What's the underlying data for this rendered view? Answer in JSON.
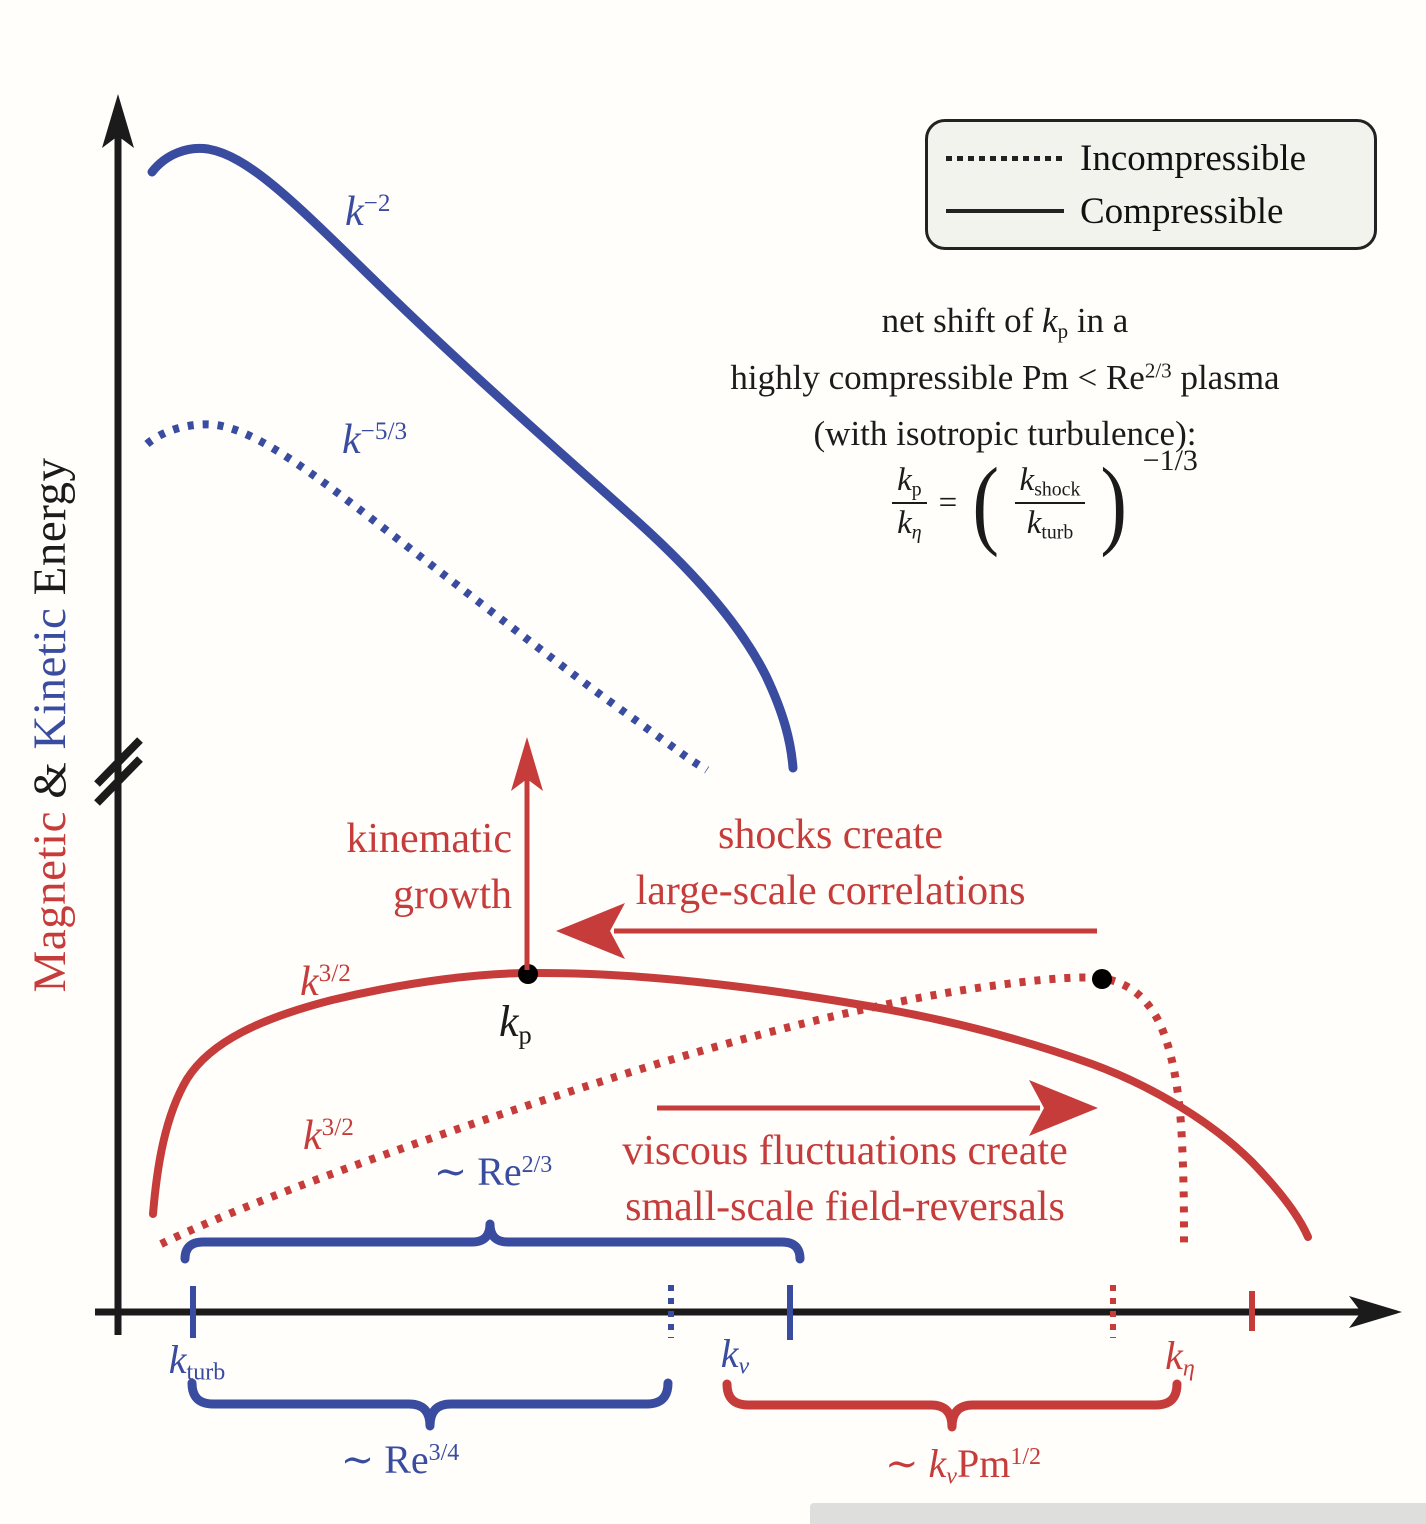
{
  "colors": {
    "blue": "#3a4ca0",
    "red": "#c63c3b",
    "black": "#1b1b1b",
    "legend_bg": "#f3f3ee",
    "artifact_gray": "#d8d8d6"
  },
  "yaxis": {
    "p1": "Magnetic",
    "amp": " & ",
    "p2": "Kinetic",
    "p3": " Energy"
  },
  "legend": {
    "items": [
      {
        "style": "dotted",
        "label": "Incompressible"
      },
      {
        "style": "solid",
        "label": "Compressible"
      }
    ]
  },
  "note": {
    "l1a": "net shift of ",
    "l1k": "k",
    "l1sub": "p",
    "l1b": " in a",
    "l2a": "highly compressible Pm < Re",
    "l2sup": "2/3",
    "l2b": " plasma",
    "l3": "(with isotropic turbulence):"
  },
  "formula": {
    "num1": "k",
    "num1_sub": "p",
    "den1": "k",
    "den1_sub": "η",
    "equals": "=",
    "paren_open": "(",
    "paren_close": ")",
    "num2": "k",
    "num2_sub": "shock",
    "den2": "k",
    "den2_sub": "turb",
    "exp": "−1/3"
  },
  "curves": [
    {
      "name": "kinetic-compressible",
      "color": "blue",
      "style": "solid",
      "label": {
        "base": "k",
        "sup": "−2"
      }
    },
    {
      "name": "kinetic-incompressible",
      "color": "blue",
      "style": "dotted",
      "label": {
        "base": "k",
        "sup": "−5/3"
      }
    },
    {
      "name": "magnetic-compressible",
      "color": "red",
      "style": "solid",
      "label": {
        "base": "k",
        "sup": "3/2"
      }
    },
    {
      "name": "magnetic-incompressible",
      "color": "red",
      "style": "dotted",
      "label": {
        "base": "k",
        "sup": "3/2"
      }
    }
  ],
  "peak": {
    "base": "k",
    "sub": "p"
  },
  "annotations": {
    "kinematic": {
      "l1": "kinematic",
      "l2": "growth"
    },
    "shocks": {
      "l1": "shocks create",
      "l2": "large-scale correlations"
    },
    "viscous": {
      "l1": "viscous fluctuations create",
      "l2": "small-scale field-reversals"
    }
  },
  "ticks": {
    "kturb": {
      "base": "k",
      "sub": "turb"
    },
    "knu": {
      "base": "k",
      "sub": "ν"
    },
    "keta": {
      "base": "k",
      "sub": "η"
    }
  },
  "braces": {
    "top": {
      "pre": "∼ Re",
      "sup": "2/3"
    },
    "blue": {
      "pre": "∼ Re",
      "sup": "3/4"
    },
    "red": {
      "pre": "∼ ",
      "k": "k",
      "ksub": "ν",
      "pm": "Pm",
      "sup": "1/2"
    }
  }
}
